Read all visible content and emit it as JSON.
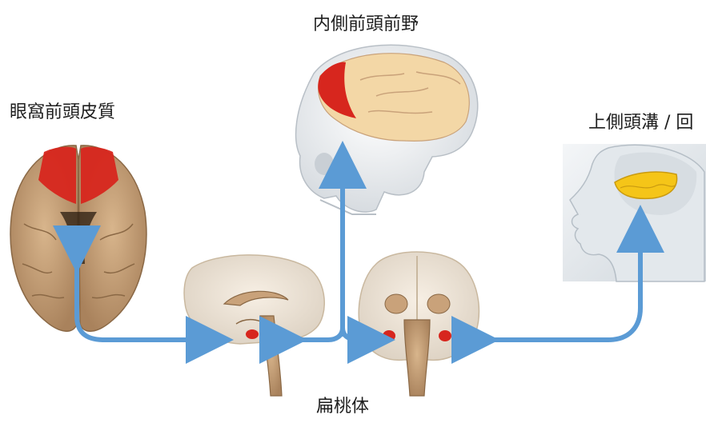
{
  "labels": {
    "mpfc": "内側前頭前野",
    "ofc": "眼窩前頭皮質",
    "sts": "上側頭溝 / 回",
    "amygdala": "扁桃体"
  },
  "colors": {
    "arrow": "#5b9bd5",
    "highlight_red": "#d7261e",
    "highlight_yellow": "#f5c518",
    "brain_tan": "#c9a27a",
    "skull_white": "#eef1f4"
  },
  "icons": [
    "orbitofrontal-brain-icon",
    "skull-brain-icon",
    "head-profile-icon",
    "sagittal-brain-icon",
    "coronal-brain-icon"
  ]
}
